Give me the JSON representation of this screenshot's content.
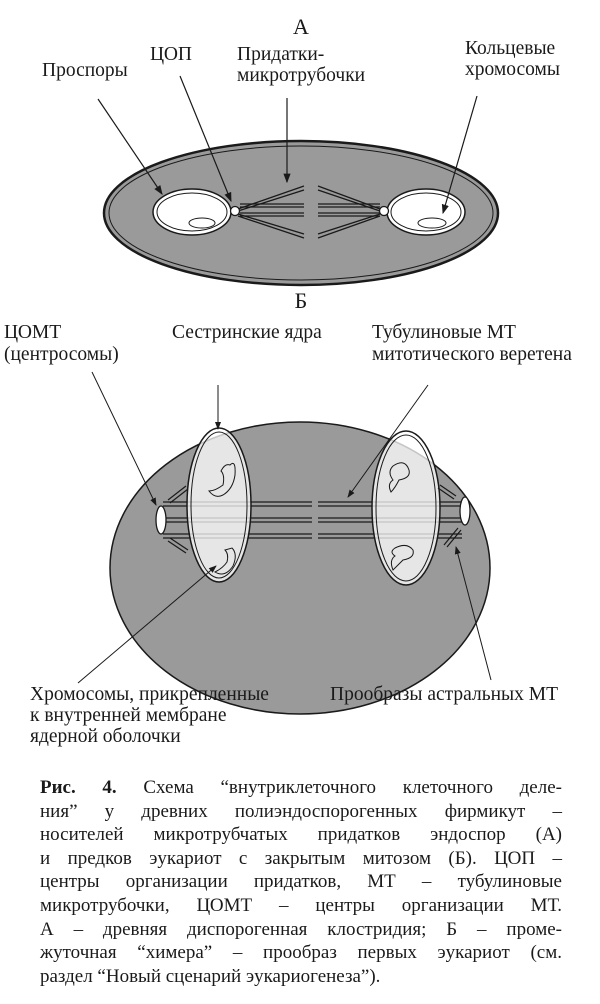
{
  "panel_a": {
    "title": "А",
    "labels": {
      "prospores": "Проспоры",
      "cop": "ЦОП",
      "appendages_line1": "Придатки-",
      "appendages_line2": "микротрубочки",
      "ring_chrom_line1": "Кольцевые",
      "ring_chrom_line2": "хромосомы"
    }
  },
  "panel_b": {
    "title": "Б",
    "labels": {
      "comt_line1": "ЦОМТ",
      "comt_line2": "(центросомы)",
      "sister_nuclei": "Сестринские ядра",
      "tubulin_line1": "Тубулиновые МТ",
      "tubulin_line2": "митотического веретена",
      "chrom_line1": "Хромосомы, прикрепленные",
      "chrom_line2": "к внутренней мембране",
      "chrom_line3": "ядерной оболочки",
      "astral": "Прообразы астральных МТ"
    }
  },
  "caption": {
    "prefix": "Рис. 4.",
    "lines": [
      " Схема “внутриклеточного клеточного деле-",
      "ния” у древних полиэндоспорогенных фирмикут –",
      "носителей микротрубчатых придатков эндоспор (А)",
      "и предков эукариот с закрытым митозом (Б). ЦОП –",
      "центры организации придатков, МТ – тубулиновые",
      "микротрубочки, ЦОМТ – центры организации МТ.",
      "А – древняя диспорогенная клостридия; Б – проме-",
      "жуточная “химера” – прообраз первых эукариот (см.",
      "раздел “Новый сценарий эукариогенеза”)."
    ]
  },
  "colors": {
    "cell_fill": "#9a9a9a",
    "line": "#1a1a1a",
    "background": "#ffffff"
  }
}
